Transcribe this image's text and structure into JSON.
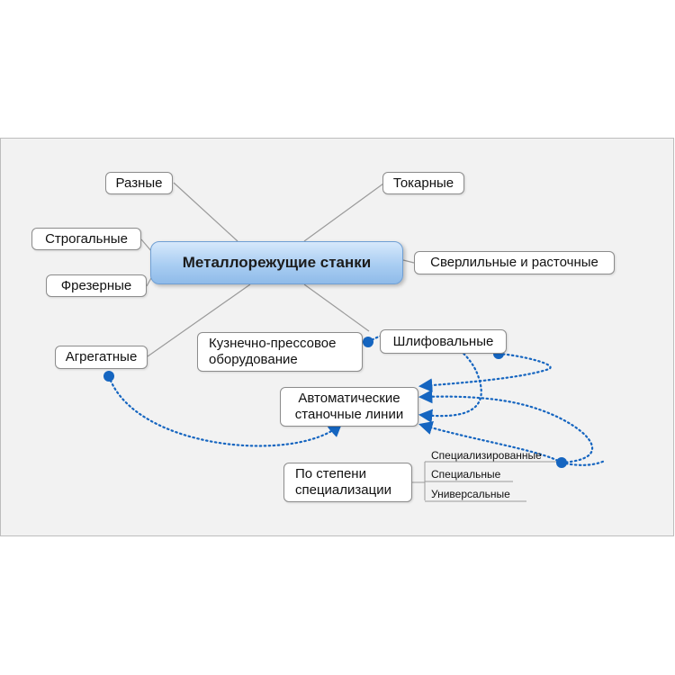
{
  "root": {
    "label": "Металлорежущие станки"
  },
  "branches": {
    "raznye": "Разные",
    "tokarnye": "Токарные",
    "strogalnye": "Строгальные",
    "sverlilnye": "Сверлильные и расточные",
    "frezernye": "Фрезерные",
    "agregatnye": "Агрегатные",
    "shlifovalnye": "Шлифовальные"
  },
  "floating": {
    "kuznechno": "Кузнечно-прессовое\nоборудование",
    "avtomaticheskie": "Автоматические\nстаночные линии",
    "po_stepeni": "По степени\nспециализации"
  },
  "specialization": [
    "Специализированные",
    "Специальные",
    "Универсальные"
  ],
  "colors": {
    "root_fill": "#a9cdf2",
    "relationship": "#1565c0",
    "connector": "#9a9a9a",
    "panel_background": "#f2f2f2"
  }
}
